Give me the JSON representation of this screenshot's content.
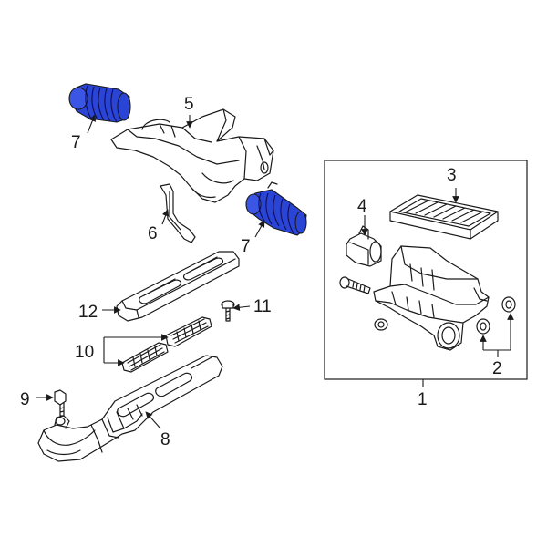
{
  "colors": {
    "highlight_fill": "#2a44d6",
    "highlight_stroke": "#0d0d55",
    "line": "#1a1a1a",
    "background": "#ffffff"
  },
  "callouts": {
    "c1": "1",
    "c2": "2",
    "c3": "3",
    "c4": "4",
    "c5": "5",
    "c6": "6",
    "c7a": "7",
    "c7b": "7",
    "c8": "8",
    "c9": "9",
    "c10": "10",
    "c11": "11",
    "c12": "12"
  },
  "highlighted_parts": [
    "7"
  ]
}
